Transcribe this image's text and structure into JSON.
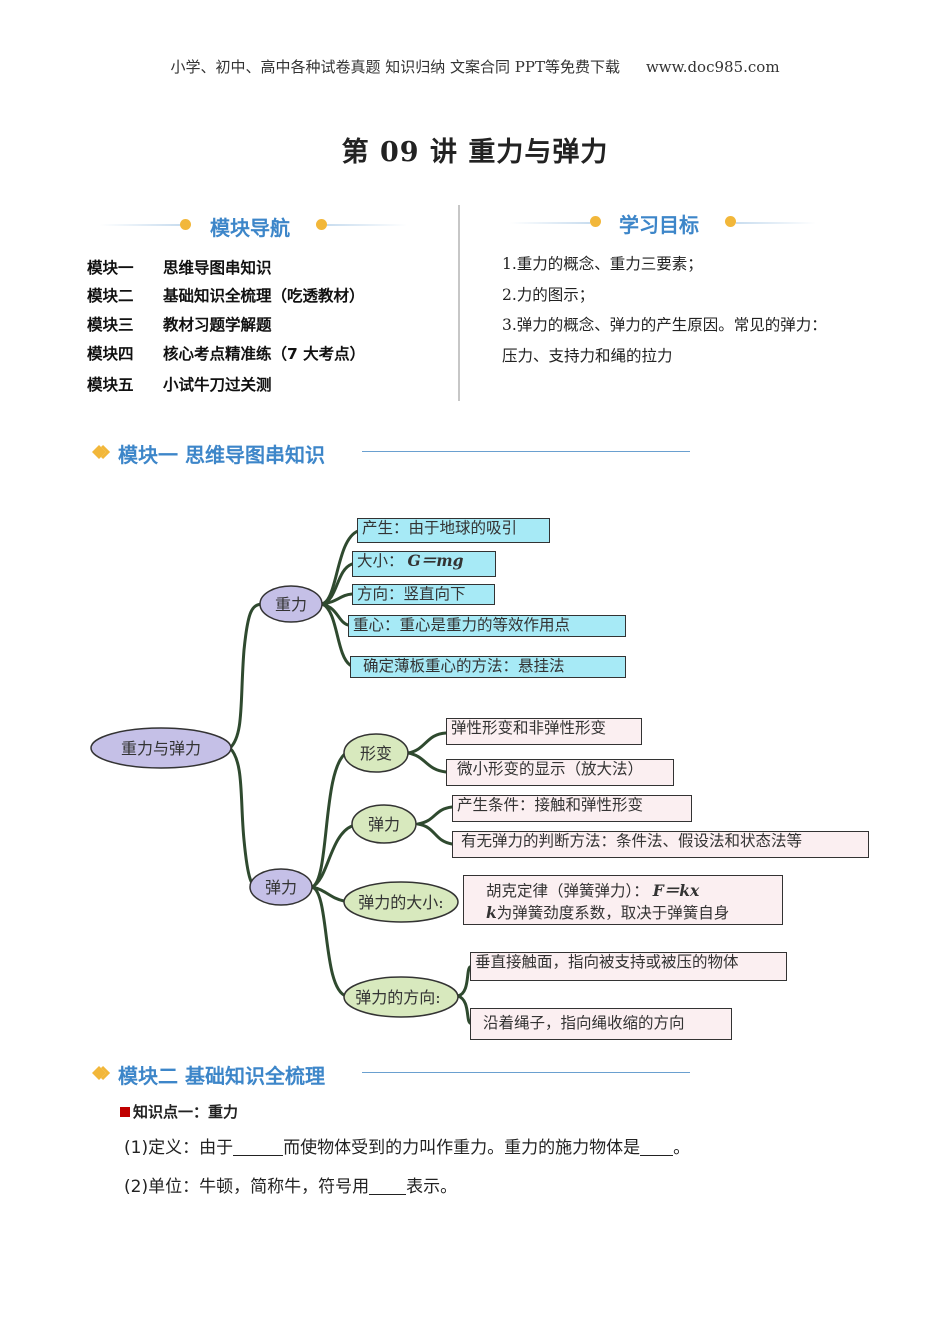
{
  "header": {
    "text": "小学、初中、高中各种试卷真题  知识归纳  文案合同  PPT等免费下载",
    "url": "www.doc985.com"
  },
  "title": "第 09 讲  重力与弹力",
  "nav": {
    "heading": "模块导航",
    "items": [
      {
        "num": "模块一",
        "label": "思维导图串知识"
      },
      {
        "num": "模块二",
        "label": "基础知识全梳理（吃透教材）"
      },
      {
        "num": "模块三",
        "label": "教材习题学解题"
      },
      {
        "num": "模块四",
        "label": "核心考点精准练（7 大考点）"
      },
      {
        "num": "模块五",
        "label": "小试牛刀过关测"
      }
    ]
  },
  "goals": {
    "heading": "学习目标",
    "items": [
      "1.重力的概念、重力三要素；",
      "2.力的图示；",
      "3.弹力的概念、弹力的产生原因。常见的弹力：",
      "压力、支持力和绳的拉力"
    ]
  },
  "module1": {
    "heading": "模块一 思维导图串知识"
  },
  "mindmap": {
    "root": "重力与弹力",
    "gravity": {
      "label": "重力",
      "items": [
        "产生：由于地球的吸引",
        "大小：",
        "方向：竖直向下",
        "重心：重心是重力的等效作用点",
        "确定薄板重心的方法：悬挂法"
      ],
      "formula": "G＝mg"
    },
    "elastic": {
      "label": "弹力",
      "deform": {
        "label": "形变",
        "items": [
          "弹性形变和非弹性形变",
          "微小形变的显示（放大法）"
        ]
      },
      "force": {
        "label": "弹力",
        "items": [
          "产生条件：接触和弹性形变",
          "有无弹力的判断方法：条件法、假设法和状态法等"
        ]
      },
      "size": {
        "label": "弹力的大小:",
        "line1": "胡克定律（弹簧弹力）：",
        "formula": "F＝kx",
        "var": "k",
        "line2": "为弹簧劲度系数，取决于弹簧自身"
      },
      "direction": {
        "label": "弹力的方向:",
        "items": [
          "垂直接触面，指向被支持或被压的物体",
          "沿着绳子，指向绳收缩的方向"
        ]
      }
    }
  },
  "module2": {
    "heading": "模块二 基础知识全梳理"
  },
  "knowledge1": {
    "title": "知识点一：重力",
    "p1a": "(1)定义：由于",
    "p1b": "而使物体受到的力叫作重力。重力的施力物体是",
    "p1c": "。",
    "p2a": "(2)单位：牛顿，简称牛，符号用",
    "p2b": "表示。"
  }
}
